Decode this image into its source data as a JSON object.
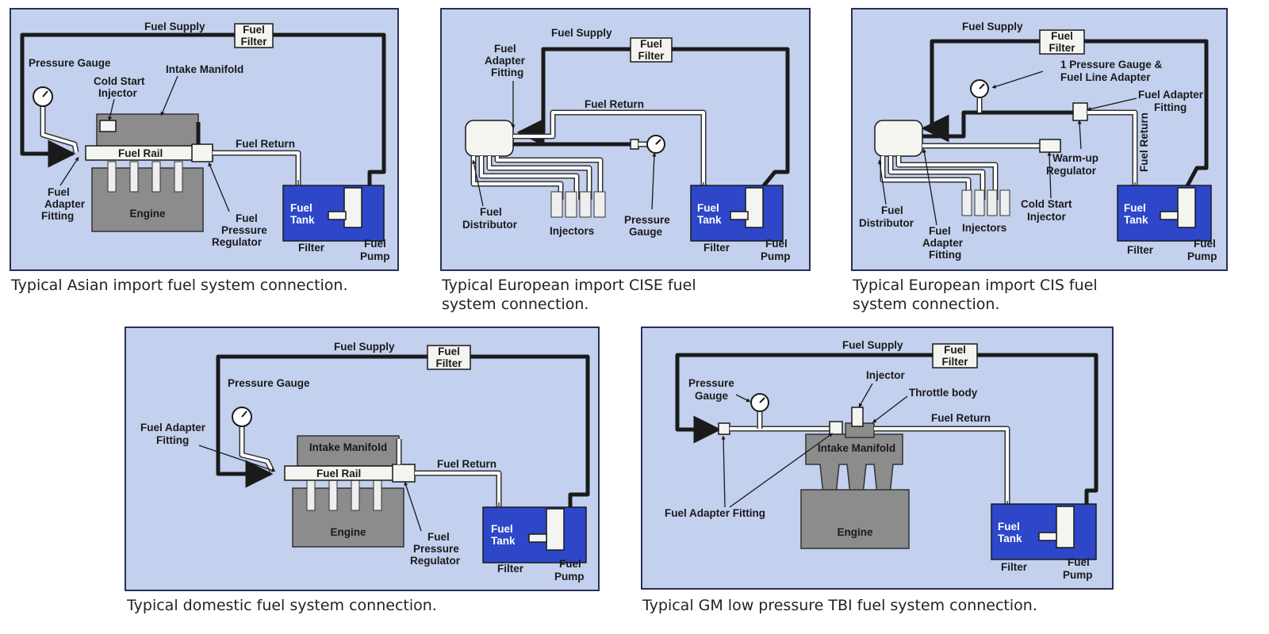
{
  "colors": {
    "panel_bg": "#c3d0ee",
    "tank": "#2d47c8",
    "engine": "#8c8c8c",
    "line_dark": "#1a1a1a"
  },
  "panels": [
    {
      "caption": "Typical Asian import fuel system connection.",
      "labels": {
        "fuel_supply": "Fuel Supply",
        "fuel_filter_1": "Fuel",
        "fuel_filter_2": "Filter",
        "pressure_gauge": "Pressure Gauge",
        "cold_start_1": "Cold Start",
        "cold_start_2": "Injector",
        "intake_manifold": "Intake Manifold",
        "fuel_rail": "Fuel Rail",
        "fuel_return": "Fuel Return",
        "engine": "Engine",
        "adapter_1": "Fuel",
        "adapter_2": "Adapter",
        "adapter_3": "Fitting",
        "regulator_1": "Fuel",
        "regulator_2": "Pressure",
        "regulator_3": "Regulator",
        "tank_1": "Fuel",
        "tank_2": "Tank",
        "filter": "Filter",
        "pump_1": "Fuel",
        "pump_2": "Pump"
      }
    },
    {
      "caption_line1": "Typical European import CISE fuel",
      "caption_line2": "system connection.",
      "labels": {
        "fuel_supply": "Fuel Supply",
        "fuel_filter_1": "Fuel",
        "fuel_filter_2": "Filter",
        "adapter_1": "Fuel",
        "adapter_2": "Adapter",
        "adapter_3": "Fitting",
        "fuel_return": "Fuel Return",
        "distributor_1": "Fuel",
        "distributor_2": "Distributor",
        "injectors": "Injectors",
        "gauge_1": "Pressure",
        "gauge_2": "Gauge",
        "tank_1": "Fuel",
        "tank_2": "Tank",
        "filter": "Filter",
        "pump_1": "Fuel",
        "pump_2": "Pump"
      }
    },
    {
      "caption_line1": "Typical European import CIS fuel",
      "caption_line2": "system connection.",
      "labels": {
        "fuel_supply": "Fuel Supply",
        "fuel_filter_1": "Fuel",
        "fuel_filter_2": "Filter",
        "gauge_adapter_1": "1 Pressure Gauge &",
        "gauge_adapter_2": "Fuel Line Adapter",
        "adapter_fitting_1": "Fuel Adapter",
        "adapter_fitting_2": "Fitting",
        "fuel_return": "Fuel Return",
        "warmup_1": "Warm-up",
        "warmup_2": "Regulator",
        "distributor_1": "Fuel",
        "distributor_2": "Distributor",
        "adapter_1": "Fuel",
        "adapter_2": "Adapter",
        "adapter_3": "Fitting",
        "injectors": "Injectors",
        "cold_start_1": "Cold Start",
        "cold_start_2": "Injector",
        "tank_1": "Fuel",
        "tank_2": "Tank",
        "filter": "Filter",
        "pump_1": "Fuel",
        "pump_2": "Pump"
      }
    },
    {
      "caption": "Typical domestic fuel system connection.",
      "labels": {
        "fuel_supply": "Fuel Supply",
        "fuel_filter_1": "Fuel",
        "fuel_filter_2": "Filter",
        "pressure_gauge": "Pressure Gauge",
        "adapter_1": "Fuel Adapter",
        "adapter_2": "Fitting",
        "intake_manifold": "Intake Manifold",
        "fuel_rail": "Fuel Rail",
        "fuel_return": "Fuel Return",
        "engine": "Engine",
        "regulator_1": "Fuel",
        "regulator_2": "Pressure",
        "regulator_3": "Regulator",
        "tank_1": "Fuel",
        "tank_2": "Tank",
        "filter": "Filter",
        "pump_1": "Fuel",
        "pump_2": "Pump"
      }
    },
    {
      "caption": "Typical GM low pressure TBI fuel system connection.",
      "labels": {
        "fuel_supply": "Fuel Supply",
        "fuel_filter_1": "Fuel",
        "fuel_filter_2": "Filter",
        "gauge_1": "Pressure",
        "gauge_2": "Gauge",
        "injector": "Injector",
        "throttle_body": "Throttle body",
        "fuel_return": "Fuel Return",
        "intake_manifold": "Intake Manifold",
        "adapter_fitting": "Fuel Adapter Fitting",
        "engine": "Engine",
        "tank_1": "Fuel",
        "tank_2": "Tank",
        "filter": "Filter",
        "pump_1": "Fuel",
        "pump_2": "Pump"
      }
    }
  ]
}
